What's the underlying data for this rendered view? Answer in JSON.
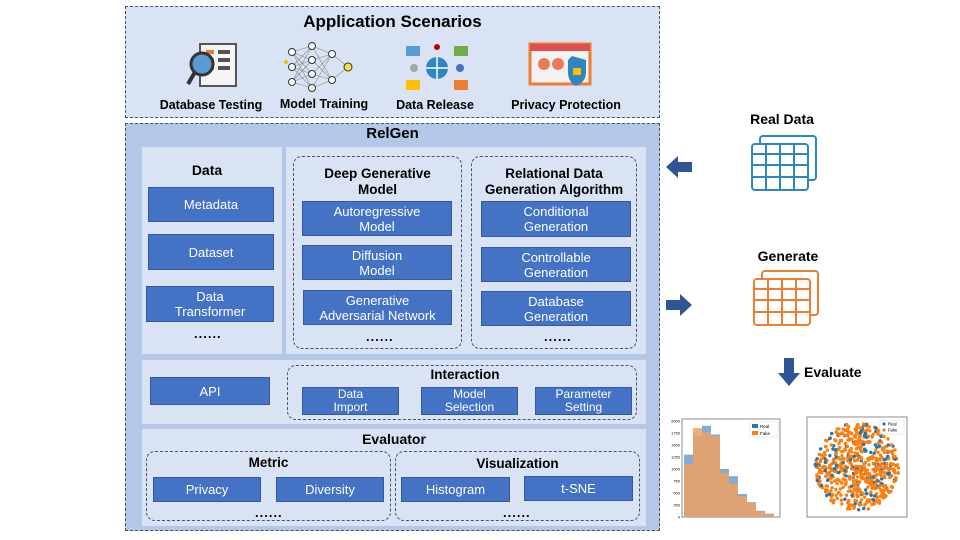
{
  "app": {
    "title": "Application Scenarios",
    "items": [
      "Database Testing",
      "Model Training",
      "Data Release",
      "Privacy Protection"
    ]
  },
  "relgen": {
    "title": "RelGen",
    "data_panel": {
      "title": "Data",
      "items": [
        "Metadata",
        "Dataset",
        "Data\nTransformer"
      ],
      "ellipsis": "......"
    },
    "dgm": {
      "title": "Deep Generative\nModel",
      "items": [
        "Autoregressive\nModel",
        "Diffusion\nModel",
        "Generative\nAdversarial Network"
      ],
      "ellipsis": "......"
    },
    "rdga": {
      "title": "Relational Data\nGeneration Algorithm",
      "items": [
        "Conditional\nGeneration",
        "Controllable\nGeneration",
        "Database\nGeneration"
      ],
      "ellipsis": "......"
    },
    "api": "API",
    "interaction": {
      "title": "Interaction",
      "items": [
        "Data\nImport",
        "Model\nSelection",
        "Parameter\nSetting"
      ]
    },
    "evaluator": {
      "title": "Evaluator",
      "metric": {
        "title": "Metric",
        "items": [
          "Privacy",
          "Diversity"
        ],
        "ellipsis": "......"
      },
      "visualization": {
        "title": "Visualization",
        "items": [
          "Histogram",
          "t-SNE"
        ],
        "ellipsis": "......"
      }
    }
  },
  "right": {
    "real_data": "Real Data",
    "generate": "Generate",
    "evaluate": "Evaluate"
  },
  "hist_legend": [
    "Real",
    "Fake"
  ],
  "hist_yticks": [
    "2000",
    "1750",
    "1500",
    "1250",
    "1000",
    "750",
    "500",
    "250",
    "0"
  ],
  "hist_real": [
    1300,
    1700,
    1900,
    1720,
    1000,
    850,
    480,
    310,
    130,
    70
  ],
  "hist_fake": [
    1100,
    1850,
    1760,
    1680,
    920,
    700,
    430,
    300,
    120,
    60
  ],
  "tsne_legend": [
    "Real",
    "Fake"
  ],
  "colors": {
    "blue": "#4472c4",
    "panel": "#dae3f3",
    "orange": "#ed7d31",
    "real": "#1f77b4",
    "fake": "#ff7f0e",
    "icon_blue": "#2e86c1"
  }
}
